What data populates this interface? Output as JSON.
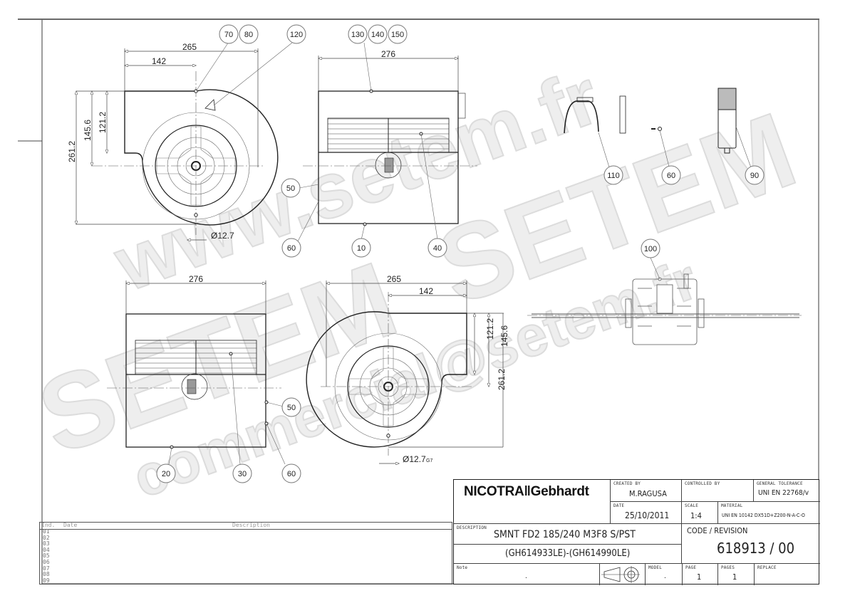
{
  "drawing": {
    "views": {
      "top_left_side": {
        "dims": {
          "width_total": "265",
          "width_partial": "142",
          "height_total": "261.2",
          "height_a": "145.6",
          "height_b": "121.2",
          "shaft_dia": "Ø12.7"
        }
      },
      "top_middle_front": {
        "dims": {
          "width": "276"
        }
      },
      "bottom_left_front": {
        "dims": {
          "width": "276"
        }
      },
      "bottom_middle_side": {
        "dims": {
          "width_total": "265",
          "width_partial": "142",
          "height_total": "261.2",
          "height_a": "145.6",
          "height_b": "121.2",
          "shaft_dia": "Ø12.7",
          "shaft_tol": "G7"
        }
      }
    },
    "balloons": {
      "b70": "70",
      "b80": "80",
      "b120": "120",
      "b130": "130",
      "b140": "140",
      "b150": "150",
      "b50a": "50",
      "b60a": "60",
      "b10": "10",
      "b40": "40",
      "b110": "110",
      "b60c": "60",
      "b90": "90",
      "b100": "100",
      "b50b": "50",
      "b20": "20",
      "b30": "30",
      "b60b": "60"
    },
    "watermarks": [
      "www.setem.fr",
      "SETEM",
      "SETEM",
      "commercial@setem.fr"
    ]
  },
  "revision_table": {
    "headers": {
      "ind": "Ind.",
      "date": "Date",
      "description": "Description"
    },
    "rows": [
      "01",
      "02",
      "03",
      "04",
      "05",
      "06",
      "07",
      "08",
      "09"
    ]
  },
  "title_block": {
    "logo": "NICOTRA‖Gebhardt",
    "created_by_label": "CREATED BY",
    "created_by": "M.RAGUSA",
    "controlled_by_label": "CONTROLLED BY",
    "controlled_by": "",
    "general_tolerance_label": "GENERAL TOLERANCE",
    "general_tolerance": "UNI EN 22768/v",
    "date_label": "DATE",
    "date": "25/10/2011",
    "scale_label": "SCALE",
    "scale": "1:4",
    "material_label": "MATERIAL",
    "material": "UNI EN 10142 DX51D+Z200-N-A-C-O",
    "description_label": "DESCRIPTION",
    "description_line1": "SMNT FD2 185/240 M3F8 S/PST",
    "description_line2": "(GH614933LE)-(GH614990LE)",
    "code_revision_label": "CODE / REVISION",
    "code_revision": "618913 / 00",
    "note_label": "Note",
    "note": ".",
    "model_label": "MODEL",
    "model": ".",
    "page_label": "PAGE",
    "page": "1",
    "pages_label": "PAGES",
    "pages": "1",
    "replace_label": "REPLACE",
    "replace": ""
  }
}
